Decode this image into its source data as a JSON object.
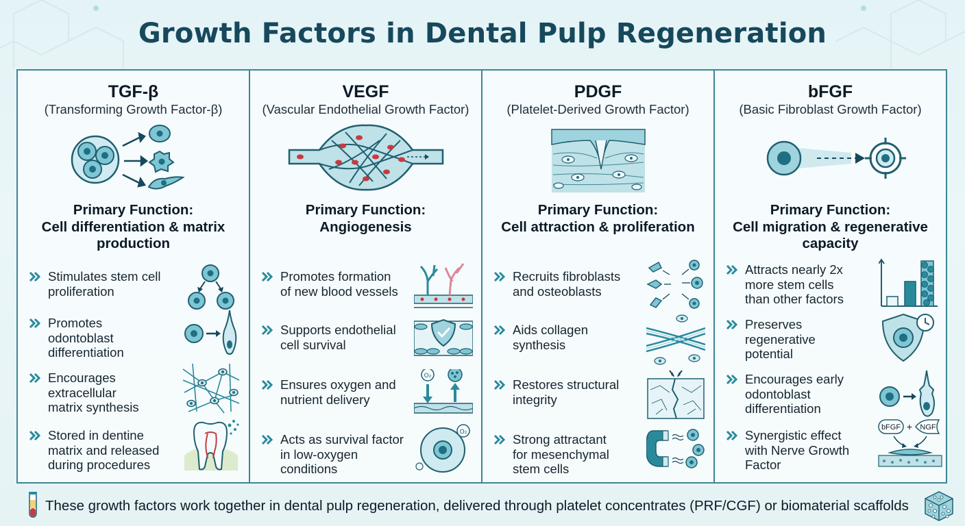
{
  "title": "Growth Factors in Dental Pulp Regeneration",
  "columns": [
    {
      "name": "TGF-β",
      "full_name": "(Transforming Growth Factor-β)",
      "primary_function": "Primary Function:\nCell differentiation & matrix\nproduction",
      "hero_icon": "stem-cell-differentiation-icon",
      "items": [
        {
          "text": "Stimulates stem cell\nproliferation",
          "icon": "cell-division-icon"
        },
        {
          "text": "Promotes\nodontoblast\ndifferentiation",
          "icon": "odontoblast-icon"
        },
        {
          "text": "Encourages\nextracellular\nmatrix synthesis",
          "icon": "matrix-network-icon"
        },
        {
          "text": "Stored in dentine\nmatrix and released\nduring procedures",
          "icon": "tooth-icon"
        }
      ]
    },
    {
      "name": "VEGF",
      "full_name": "(Vascular Endothelial Growth Factor)",
      "primary_function": "Primary Function:\nAngiogenesis",
      "hero_icon": "blood-vessel-network-icon",
      "items": [
        {
          "text": "Promotes formation\nof new blood vessels",
          "icon": "vessel-branch-icon"
        },
        {
          "text": "Supports endothelial\ncell survival",
          "icon": "shield-check-icon"
        },
        {
          "text": "Ensures oxygen and\nnutrient delivery",
          "icon": "oxygen-delivery-icon"
        },
        {
          "text": "Acts as survival factor\nin low-oxygen\nconditions",
          "icon": "hypoxia-cell-icon"
        }
      ]
    },
    {
      "name": "PDGF",
      "full_name": "(Platelet-Derived Growth Factor)",
      "primary_function": "Primary Function:\nCell attraction & proliferation",
      "hero_icon": "wound-healing-tissue-icon",
      "items": [
        {
          "text": "Recruits fibroblasts\nand osteoblasts",
          "icon": "cell-recruitment-icon"
        },
        {
          "text": "Aids collagen\nsynthesis",
          "icon": "collagen-fibers-icon"
        },
        {
          "text": "Restores structural\nintegrity",
          "icon": "tissue-repair-icon"
        },
        {
          "text": "Strong attractant\nfor mesenchymal\nstem cells",
          "icon": "magnet-icon"
        }
      ]
    },
    {
      "name": "bFGF",
      "full_name": "(Basic Fibroblast Growth Factor)",
      "primary_function": "Primary Function:\nCell migration & regenerative\ncapacity",
      "hero_icon": "cell-migration-target-icon",
      "items": [
        {
          "text": "Attracts nearly 2x\nmore stem cells\nthan other factors",
          "icon": "bar-chart-icon"
        },
        {
          "text": "Preserves\nregenerative\npotential",
          "icon": "shield-clock-icon"
        },
        {
          "text": "Encourages early\nodontoblast\ndifferentiation",
          "icon": "odontoblast-icon"
        },
        {
          "text": "Synergistic effect\nwith Nerve Growth\nFactor",
          "icon": "synergy-icon",
          "labels": [
            "bFGF",
            "+",
            "NGF"
          ]
        }
      ]
    }
  ],
  "footer": "These growth factors work together in dental pulp regeneration, delivered through platelet concentrates (PRF/CGF) or biomaterial scaffolds",
  "colors": {
    "teal": "#2a8a9c",
    "dark_teal": "#17485c",
    "cell": "#7fc6d4",
    "nucleus": "#1f6f82",
    "red": "#c73a3f",
    "pink": "#d9889a"
  }
}
